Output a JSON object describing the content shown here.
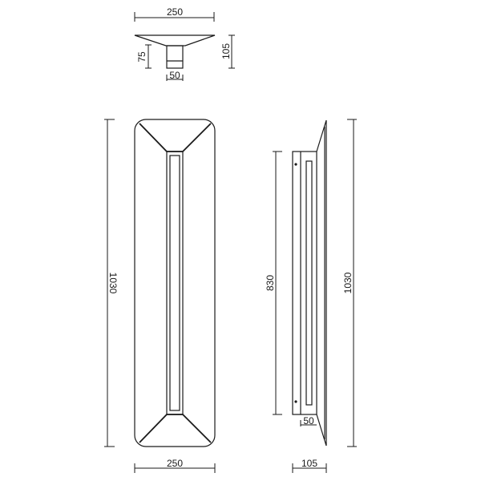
{
  "drawing": {
    "type": "technical-dimension-drawing",
    "units": "mm",
    "top_view": {
      "width_label": "250",
      "total_depth_label": "105",
      "mount_depth_label": "75",
      "mount_width_label": "50"
    },
    "front_view": {
      "height_label": "1030",
      "width_label": "250"
    },
    "side_view": {
      "mount_height_label": "830",
      "total_height_label": "1030",
      "mount_depth_label": "50",
      "total_depth_label": "105"
    }
  }
}
